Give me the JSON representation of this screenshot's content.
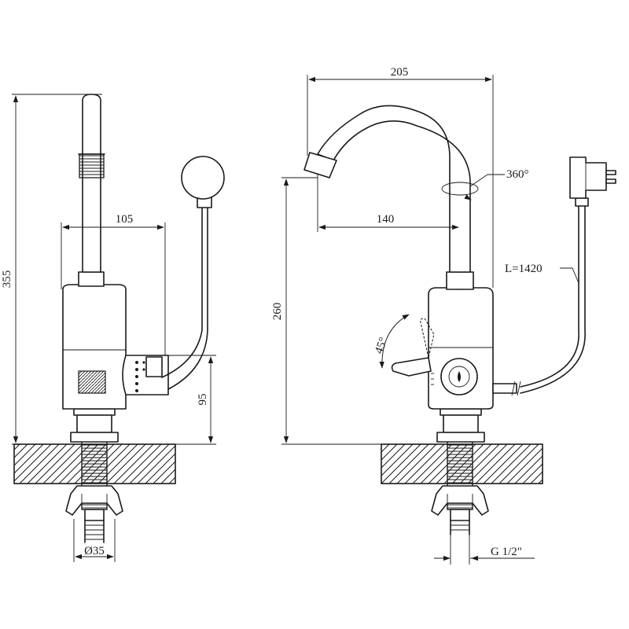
{
  "dimensions": {
    "total_height": "355",
    "cartridge_width": "105",
    "outlet_height": "95",
    "base_diameter": "Ø35",
    "spout_reach": "205",
    "spout_inner_reach": "140",
    "spout_height": "260",
    "swivel_angle": "360°",
    "lever_angle": "45°",
    "cable_length": "L=1420",
    "thread": "G 1/2\""
  }
}
